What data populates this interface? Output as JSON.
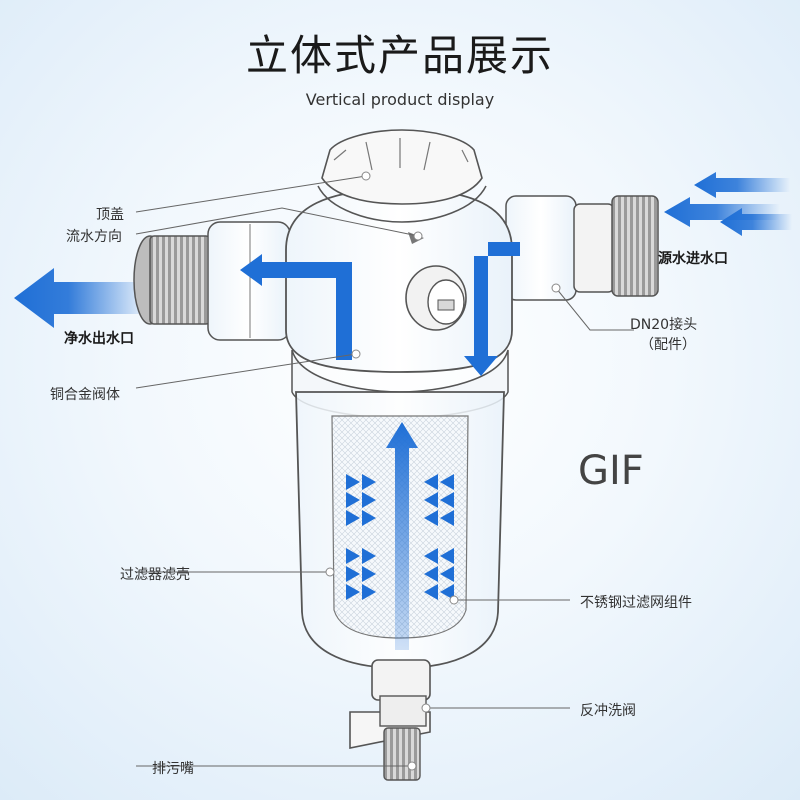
{
  "header": {
    "title": "立体式产品展示",
    "subtitle": "Vertical product display"
  },
  "labels": {
    "top_cover": "顶盖",
    "flow_direction": "流水方向",
    "clean_outlet": "净水出水口",
    "copper_body": "铜合金阀体",
    "source_inlet": "源水进水口",
    "dn20_joint": "DN20接头",
    "dn20_accessory": "（配件）",
    "filter_shell": "过滤器滤壳",
    "stainless_mesh": "不锈钢过滤网组件",
    "backwash_valve": "反冲洗阀",
    "drain_nozzle": "排污嘴"
  },
  "badge": {
    "gif": "GIF"
  },
  "colors": {
    "flow_blue": "#1f6fd6",
    "line_gray": "#666666",
    "outline": "#555555"
  }
}
